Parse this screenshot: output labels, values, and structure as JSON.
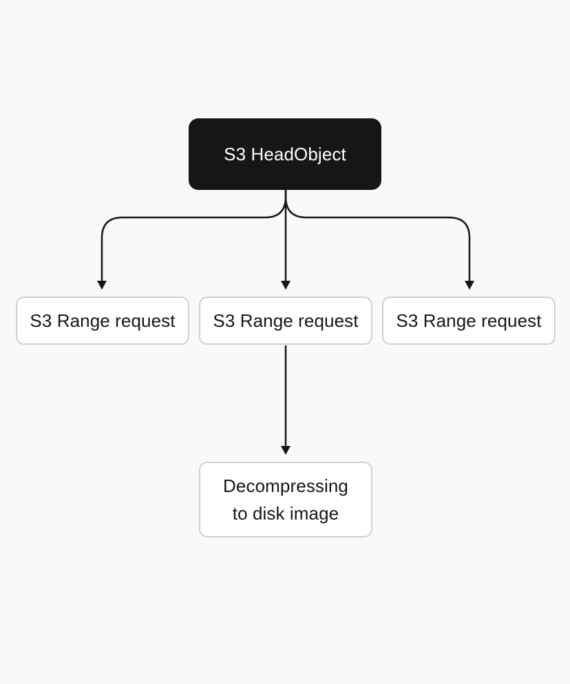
{
  "nodes": {
    "head_object": {
      "label": "S3 HeadObject"
    },
    "range_requests": [
      {
        "label": "S3 Range request"
      },
      {
        "label": "S3 Range request"
      },
      {
        "label": "S3 Range request"
      }
    ],
    "decompress": {
      "label": "Decompressing\nto disk image"
    }
  },
  "colors": {
    "background": "#f9f9f9",
    "dark_node": "#161616",
    "light_node": "#ffffff",
    "light_node_border": "#d0d0d0",
    "connector": "#161616"
  }
}
